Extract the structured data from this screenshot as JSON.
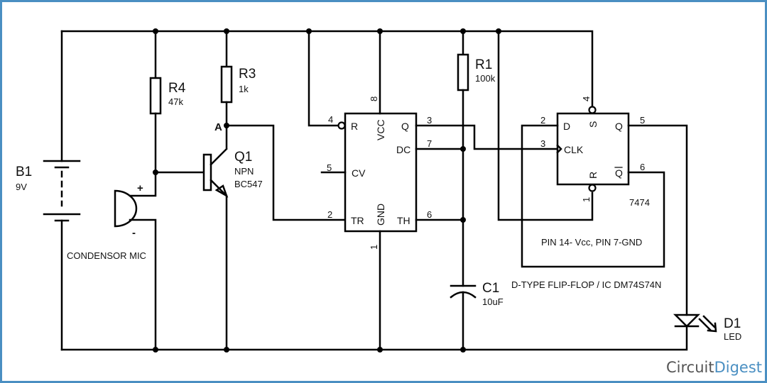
{
  "components": {
    "battery": {
      "ref": "B1",
      "value": "9V"
    },
    "r4": {
      "ref": "R4",
      "value": "47k"
    },
    "r3": {
      "ref": "R3",
      "value": "1k"
    },
    "r1": {
      "ref": "R1",
      "value": "100k"
    },
    "q1": {
      "ref": "Q1",
      "type": "NPN",
      "part": "BC547"
    },
    "c1": {
      "ref": "C1",
      "value": "10uF"
    },
    "d1": {
      "ref": "D1",
      "value": "LED"
    },
    "mic": {
      "label": "CONDENSOR MIC",
      "plus": "+",
      "minus": "-"
    },
    "node_a": "A"
  },
  "timer555": {
    "pins": {
      "r": "R",
      "vcc": "VCC",
      "q": "Q",
      "dc": "DC",
      "cv": "CV",
      "tr": "TR",
      "gnd": "GND",
      "th": "TH"
    },
    "pin_numbers": {
      "r": "4",
      "vcc": "8",
      "q": "3",
      "dc": "7",
      "cv": "5",
      "tr": "2",
      "gnd": "1",
      "th": "6"
    }
  },
  "flipflop": {
    "pins": {
      "d": "D",
      "s": "S",
      "q": "Q",
      "clk": "CLK",
      "r": "R",
      "qbar": "Q"
    },
    "pin_numbers": {
      "d": "2",
      "s": "4",
      "q": "5",
      "clk": "3",
      "r": "1",
      "qbar": "6"
    },
    "part": "7474",
    "power_note": "PIN 14- Vcc, PIN 7-GND",
    "description": "D-TYPE FLIP-FLOP /  IC DM74S74N"
  },
  "branding": {
    "part1": "Circuit",
    "part2": "Digest",
    "color1": "#555555",
    "color2": "#4a8fc2"
  }
}
